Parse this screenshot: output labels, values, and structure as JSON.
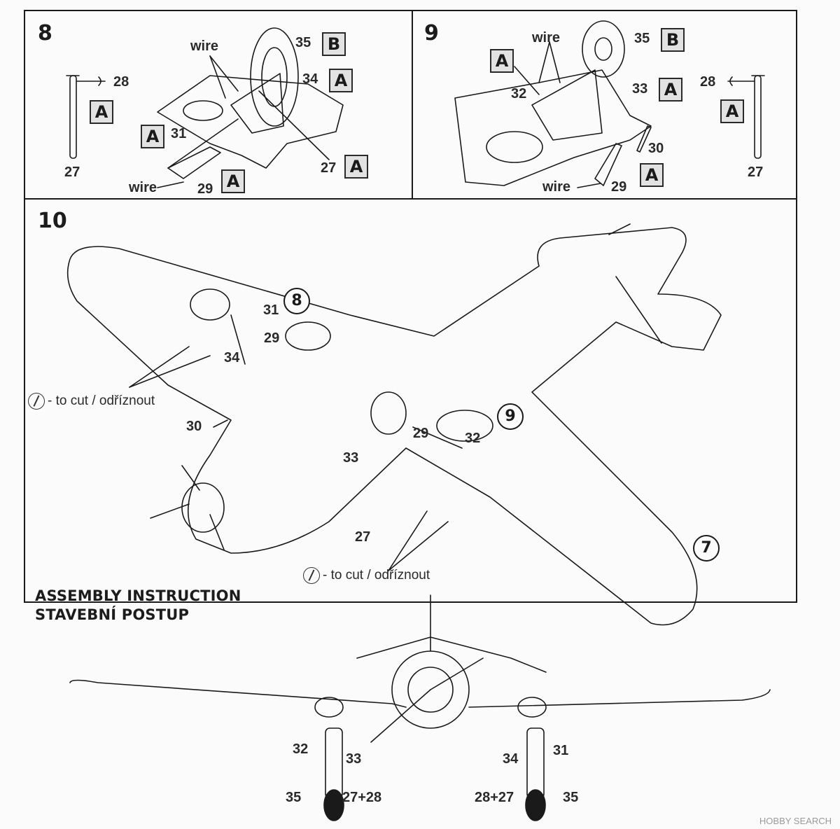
{
  "panels": {
    "p8": {
      "number": "8"
    },
    "p9": {
      "number": "9"
    },
    "p10": {
      "number": "10"
    }
  },
  "p8": {
    "wire_top": "wire",
    "wire_bottom": "wire",
    "n35": "35",
    "n34": "34",
    "n28": "28",
    "n31": "31",
    "n27a": "27",
    "n27b": "27",
    "n29": "29",
    "box35": "B",
    "box34": "A",
    "box28": "A",
    "box31": "A",
    "box27": "A",
    "box29": "A"
  },
  "p9": {
    "wire_top": "wire",
    "wire_bottom": "wire",
    "n35": "35",
    "n33": "33",
    "n32": "32",
    "n28": "28",
    "n30": "30",
    "n29": "29",
    "n27": "27",
    "box35": "B",
    "box33": "A",
    "box32": "A",
    "box28": "A",
    "box29": "A"
  },
  "p10": {
    "ref8": "8",
    "ref9": "9",
    "ref7": "7",
    "n31": "31",
    "n29a": "29",
    "n34": "34",
    "n30": "30",
    "n29b": "29",
    "n32": "32",
    "n33": "33",
    "n27": "27",
    "cut1": "- to cut / odříznout",
    "cut2": "- to cut / odříznout"
  },
  "title": {
    "line1": "ASSEMBLY INSTRUCTION",
    "line2": "STAVEBNÍ POSTUP"
  },
  "front": {
    "n32": "32",
    "n33": "33",
    "n35a": "35",
    "n2728": "27+28",
    "n34": "34",
    "n31": "31",
    "n2827": "28+27",
    "n35b": "35"
  },
  "watermark": "HOBBY SEARCH",
  "colors": {
    "line": "#1a1a1a",
    "label_box": "#e2e2e2",
    "paper": "#fbfbfb"
  }
}
